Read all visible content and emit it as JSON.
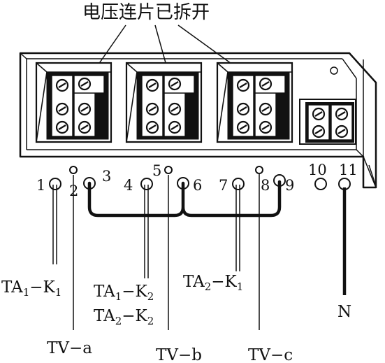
{
  "title": "电压连片已拆开",
  "terminals": [
    "1",
    "2",
    "3",
    "4",
    "5",
    "6",
    "7",
    "8",
    "9",
    "10",
    "11"
  ],
  "wire_labels": {
    "ta1_k1": {
      "main": "TA",
      "sub": "1",
      "tail": "−K",
      "tail_sub": "1"
    },
    "ta1_k2": {
      "main": "TA",
      "sub": "1",
      "tail": "−K",
      "tail_sub": "2"
    },
    "ta2_k2": {
      "main": "TA",
      "sub": "2",
      "tail": "−K",
      "tail_sub": "2"
    },
    "ta2_k1": {
      "main": "TA",
      "sub": "2",
      "tail": "−K",
      "tail_sub": "1"
    },
    "tv_a": "TV−a",
    "tv_b": "TV−b",
    "tv_c": "TV−c",
    "n": "N"
  },
  "colors": {
    "line": "#111111",
    "background": "#ffffff"
  }
}
